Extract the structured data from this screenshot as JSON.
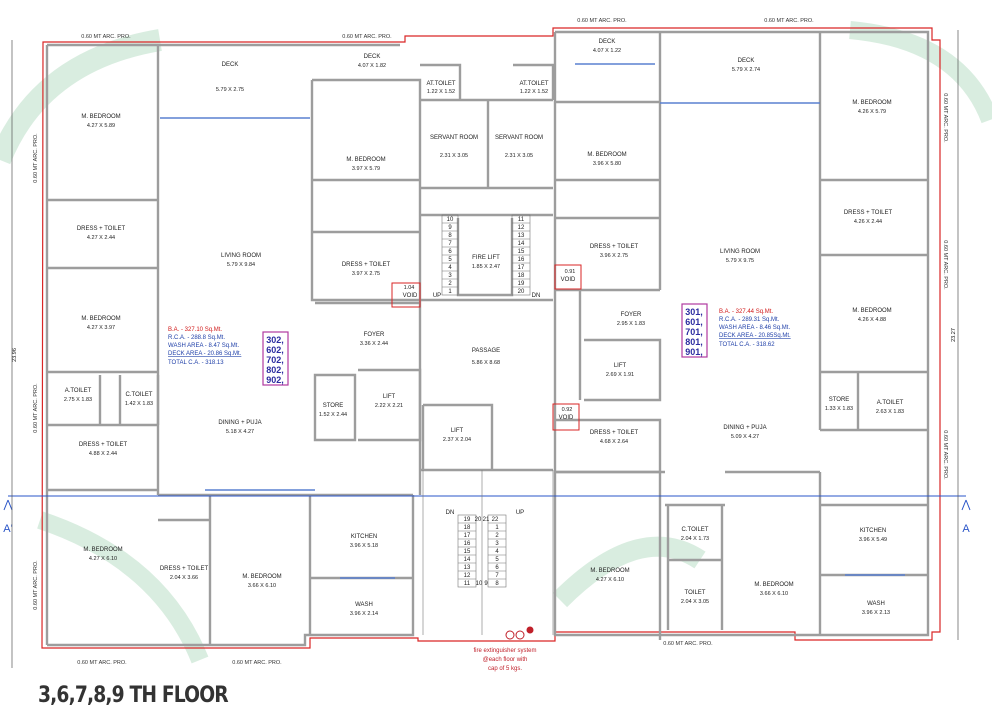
{
  "title": "3,6,7,8,9 TH FLOOR",
  "projection_label": "0.60 MT ARC. PRO.",
  "overall_dims": {
    "left": "23.96",
    "right": "23.27"
  },
  "section_marker": {
    "left": "A'",
    "right": "A"
  },
  "rooms_left": [
    {
      "name": "DECK",
      "dim": "5.79 X 2.75"
    },
    {
      "name": "DECK",
      "dim": "4.07 X 1.82"
    },
    {
      "name": "M. BEDROOM",
      "dim": "4.27 X 5.89"
    },
    {
      "name": "M. BEDROOM",
      "dim": "3.97 X 5.79"
    },
    {
      "name": "DRESS + TOILET",
      "dim": "4.27 X 2.44"
    },
    {
      "name": "LIVING ROOM",
      "dim": "5.79 X 9.84"
    },
    {
      "name": "DRESS + TOILET",
      "dim": "3.97 X 2.75"
    },
    {
      "name": "M. BEDROOM",
      "dim": "4.27 X 3.97"
    },
    {
      "name": "FOYER",
      "dim": "3.36 X 2.44"
    },
    {
      "name": "A.TOILET",
      "dim": "2.75 X 1.83"
    },
    {
      "name": "C.TOILET",
      "dim": "1.42 X 1.83"
    },
    {
      "name": "STORE",
      "dim": "1.52 X 2.44"
    },
    {
      "name": "LIFT",
      "dim": "2.22 X 2.21"
    },
    {
      "name": "DINING + PUJA",
      "dim": "5.18 X 4.27"
    },
    {
      "name": "DRESS + TOILET",
      "dim": "4.88 X 2.44"
    },
    {
      "name": "M. BEDROOM",
      "dim": "4.27 X 6.10"
    },
    {
      "name": "DRESS + TOILET",
      "dim": "2.04 X 3.66"
    },
    {
      "name": "M. BEDROOM",
      "dim": "3.66 X 6.10"
    },
    {
      "name": "KITCHEN",
      "dim": "3.96 X 5.18"
    },
    {
      "name": "WASH",
      "dim": "3.96 X 2.14"
    }
  ],
  "rooms_core": [
    {
      "name": "AT.TOILET",
      "dim": "1.22 X 1.52"
    },
    {
      "name": "AT.TOILET",
      "dim": "1.22 X 1.52"
    },
    {
      "name": "SERVANT ROOM",
      "dim": "2.31 X 3.05"
    },
    {
      "name": "SERVANT ROOM",
      "dim": "2.31 X 3.05"
    },
    {
      "name": "FIRE LIFT",
      "dim": "1.85 X 2.47"
    },
    {
      "name": "PASSAGE",
      "dim": "5.86 X 8.68"
    },
    {
      "name": "LIFT",
      "dim": "2.37 X 2.04"
    },
    {
      "name": "VOID",
      "dim": "1.04"
    },
    {
      "name": "VOID",
      "dim": "0.91"
    },
    {
      "name": "VOID",
      "dim": "0.92"
    }
  ],
  "rooms_right": [
    {
      "name": "DECK",
      "dim": "4.07 X 1.22"
    },
    {
      "name": "DECK",
      "dim": "5.79 X 2.74"
    },
    {
      "name": "M. BEDROOM",
      "dim": "4.26 X 5.79"
    },
    {
      "name": "M. BEDROOM",
      "dim": "3.96 X 5.80"
    },
    {
      "name": "DRESS + TOILET",
      "dim": "4.26 X 2.44"
    },
    {
      "name": "DRESS + TOILET",
      "dim": "3.96 X 2.75"
    },
    {
      "name": "LIVING ROOM",
      "dim": "5.79 X 9.75"
    },
    {
      "name": "M. BEDROOM",
      "dim": "4.26 X 4.88"
    },
    {
      "name": "FOYER",
      "dim": "2.95 X 1.83"
    },
    {
      "name": "LIFT",
      "dim": "2.69 X 1.91"
    },
    {
      "name": "STORE",
      "dim": "1.33 X 1.83"
    },
    {
      "name": "A.TOILET",
      "dim": "2.63 X 1.83"
    },
    {
      "name": "DRESS + TOILET",
      "dim": "4.68 X 2.64"
    },
    {
      "name": "DINING + PUJA",
      "dim": "5.09 X 4.27"
    },
    {
      "name": "C.TOILET",
      "dim": "2.04 X 1.73"
    },
    {
      "name": "KITCHEN",
      "dim": "3.96 X 5.49"
    },
    {
      "name": "M. BEDROOM",
      "dim": "4.27 X 6.10"
    },
    {
      "name": "TOILET",
      "dim": "2.04 X 3.05"
    },
    {
      "name": "M. BEDROOM",
      "dim": "3.66 X 6.10"
    },
    {
      "name": "WASH",
      "dim": "3.96 X 2.13"
    }
  ],
  "area_left": {
    "ba": "B.A. - 327.10 Sq.Mt.",
    "rca": "R.C.A. - 288.8 Sq.Mt.",
    "wash": "WASH AREA - 8.47 Sq.Mt.",
    "deck": "DECK AREA - 20.86 Sq.Mt.",
    "total": "TOTAL C.A. - 318.13",
    "units": [
      "302,",
      "602,",
      "702,",
      "802,",
      "902,"
    ]
  },
  "area_right": {
    "ba": "B.A. - 327.44 Sq.Mt.",
    "rca": "R.C.A. - 289.31 Sq.Mt.",
    "wash": "WASH AREA - 8.46 Sq.Mt.",
    "deck": "DECK AREA - 20.85Sq.Mt.",
    "total": "TOTAL C.A. - 318.62",
    "units": [
      "301,",
      "601,",
      "701,",
      "801,",
      "901,"
    ]
  },
  "stair_upper": {
    "left": [
      "10",
      "9",
      "8",
      "7",
      "6",
      "5",
      "4",
      "3",
      "2",
      "1"
    ],
    "right": [
      "11",
      "12",
      "13",
      "14",
      "15",
      "16",
      "17",
      "18",
      "19",
      "20"
    ],
    "up": "UP",
    "dn": "DN"
  },
  "stair_lower": {
    "left": [
      "19",
      "18",
      "17",
      "16",
      "15",
      "14",
      "13",
      "12",
      "11"
    ],
    "right": [
      "1",
      "2",
      "3",
      "4",
      "5",
      "6",
      "7",
      "8"
    ],
    "top": [
      "20",
      "21",
      "22"
    ],
    "bottom": [
      "10",
      "9"
    ],
    "up": "UP",
    "dn": "DN"
  },
  "fire_note": [
    "fire extinguisher system",
    "@each floor with",
    "cap of 5 kgs."
  ],
  "colors": {
    "outline": "#d92626",
    "wall": "#b5b5b5",
    "section": "#2a55c8",
    "unit_box": "#b03aa0",
    "text_blue": "#1f3fa8"
  }
}
